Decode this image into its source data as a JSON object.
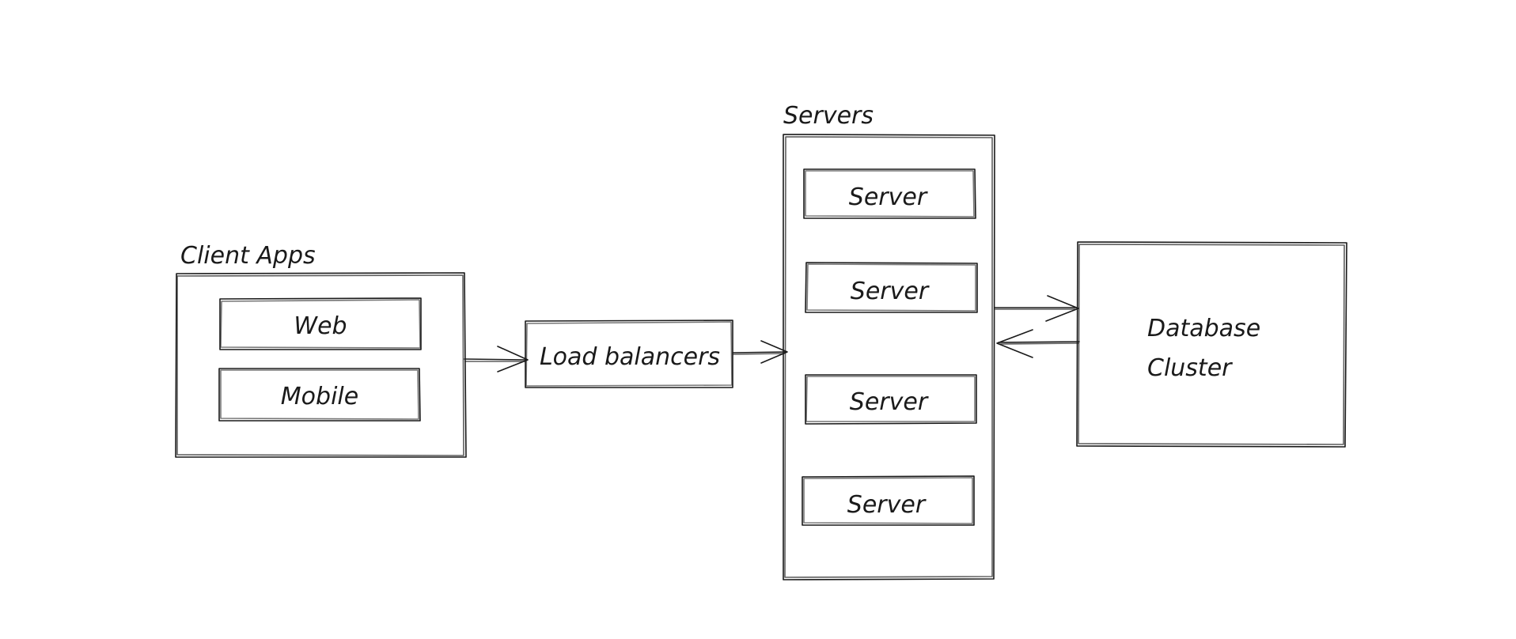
{
  "groups": {
    "client_apps": {
      "title": "Client Apps",
      "items": [
        "Web",
        "Mobile"
      ]
    },
    "load_balancers": {
      "label": "Load balancers"
    },
    "servers": {
      "title": "Servers",
      "items": [
        "Server",
        "Server",
        "Server",
        "Server"
      ]
    },
    "database": {
      "line1": "Database",
      "line2": "Cluster"
    }
  }
}
